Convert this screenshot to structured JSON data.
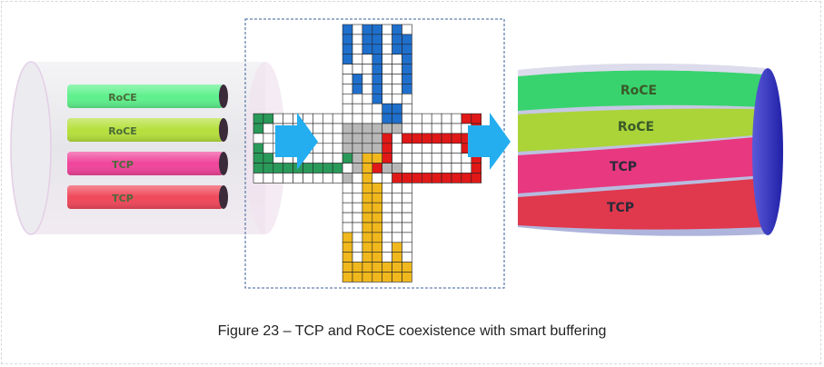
{
  "caption": "Figure 23 – TCP and RoCE coexistence with smart buffering",
  "left_pipe": {
    "lanes": [
      {
        "label": "RoCE",
        "color": "#5ef08c"
      },
      {
        "label": "RoCE",
        "color": "#b6e03c"
      },
      {
        "label": "TCP",
        "color": "#f0449a"
      },
      {
        "label": "TCP",
        "color": "#f0485a"
      }
    ]
  },
  "right_pipe": {
    "lanes": [
      {
        "label": "RoCE",
        "color": "#38d36e"
      },
      {
        "label": "RoCE",
        "color": "#aad438"
      },
      {
        "label": "TCP",
        "color": "#e8387f"
      },
      {
        "label": "TCP",
        "color": "#e0384c"
      }
    ]
  },
  "colors": {
    "flow_arrow": "#24aef0",
    "blue_cells": "#1f6fcc",
    "green_cells": "#2a9a5a",
    "red_cells": "#e01818",
    "yellow_cells": "#f0b81c",
    "grey_cells": "#b8b8b8"
  }
}
